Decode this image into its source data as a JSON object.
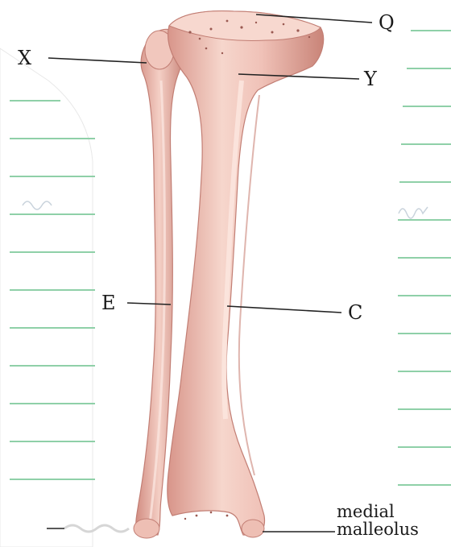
{
  "diagram": {
    "labels": {
      "q": "Q",
      "x": "X",
      "y": "Y",
      "e": "E",
      "c": "C",
      "medial_line1": "medial",
      "medial_line2": "malleolus"
    },
    "colors": {
      "bone": "#f0c2b8",
      "bone_light": "#f8ddd5",
      "bone_shadow": "#d99a8f",
      "bone_dark": "#c27e74",
      "notebook_line": "#8fd0a8",
      "leader": "#222222"
    }
  }
}
